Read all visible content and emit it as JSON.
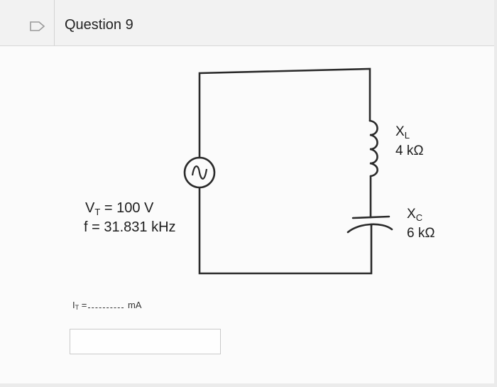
{
  "question": {
    "title": "Question 9",
    "flag_icon": "flag-outline-icon"
  },
  "circuit": {
    "source": {
      "icon": "ac-voltage-source-icon",
      "voltage_label": "V",
      "voltage_sub": "T",
      "voltage_value": "= 100 V",
      "frequency": "f = 31.831 kHz"
    },
    "inductor": {
      "name": "X",
      "name_sub": "L",
      "value": "4 kΩ"
    },
    "capacitor": {
      "name": "X",
      "name_sub": "C",
      "value": "6 kΩ"
    }
  },
  "answer": {
    "label": "I",
    "label_sub": "T",
    "equals": "=",
    "unit": "mA",
    "value": ""
  }
}
